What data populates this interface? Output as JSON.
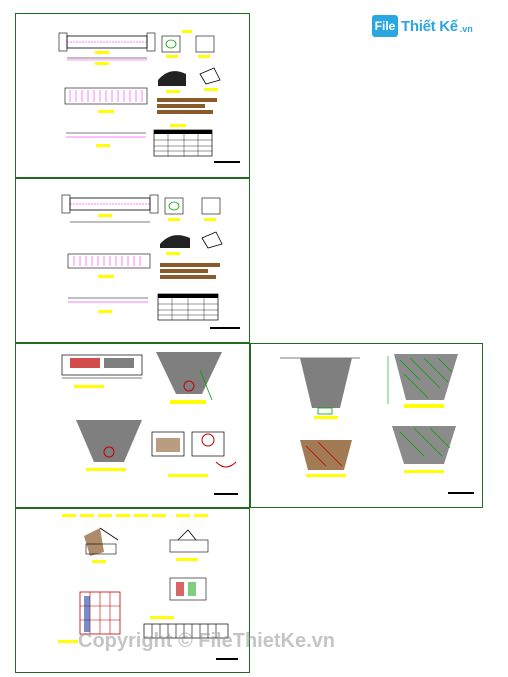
{
  "logo": {
    "mark_text": "File",
    "brand_text": "Thiết Kế",
    "tld_text": ".vn",
    "color": "#2aa7e0"
  },
  "watermark": {
    "text": "Copyright © FileThietKe.vn"
  },
  "colors": {
    "border": "#1f6b1f",
    "drawing": "#000000",
    "highlight": "#ffff00",
    "dimension": "#ff00ff",
    "hatch": "#8b5a2b",
    "accent_green": "#00a000",
    "accent_red": "#c00000",
    "fill_gray": "#7f7f7f"
  },
  "sheets": [
    {
      "id": "sheet-1",
      "content": "culvert plan, elevation and section details with quantity table"
    },
    {
      "id": "sheet-2",
      "content": "culvert plan, elevation and section details with quantity table"
    },
    {
      "id": "sheet-3",
      "content": "trapezoidal channel cross sections"
    },
    {
      "id": "sheet-4",
      "content": "trapezoidal channel sections with hatching"
    },
    {
      "id": "sheet-5",
      "content": "reinforcement details"
    }
  ]
}
